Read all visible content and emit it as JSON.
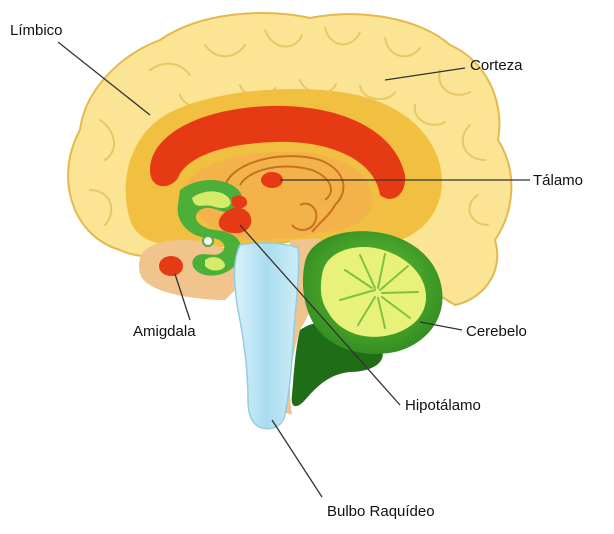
{
  "labels": {
    "limbico": "Límbico",
    "corteza": "Corteza",
    "talamo": "Tálamo",
    "amigdala": "Amigdala",
    "cerebelo": "Cerebelo",
    "hipotalamo": "Hipotálamo",
    "bulbo": "Bulbo Raquídeo"
  },
  "colors": {
    "cortex_outer": "#FBE595",
    "cortex_edge": "#E3B94C",
    "cortex_inner": "#F2C040",
    "limbic_red": "#E63A14",
    "deep_orange": "#F4B24A",
    "brainstem_tan": "#F0C48C",
    "cerebellum_light": "#E8F27A",
    "cerebellum_green": "#3F9E2A",
    "cerebellum_dark": "#1F6E17",
    "medulla_blue": "#B9E4F2",
    "leader_line": "#333333"
  }
}
